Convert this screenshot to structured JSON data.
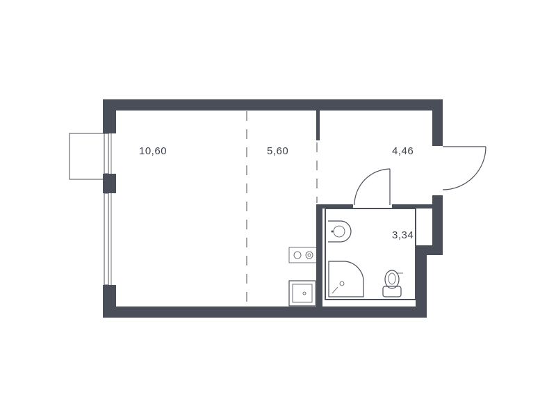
{
  "rooms": [
    {
      "id": "living-room",
      "area": "10,60"
    },
    {
      "id": "kitchen",
      "area": "5,60"
    },
    {
      "id": "hallway",
      "area": "4,46"
    },
    {
      "id": "bathroom",
      "area": "3,34"
    }
  ],
  "colors": {
    "wall": "#4a4e59",
    "background": "#ffffff",
    "label": "#3f434d"
  },
  "icons": [
    "sink-icon",
    "shower-icon",
    "toilet-icon",
    "stove-icon",
    "kitchen-sink-icon",
    "door-swing-icon",
    "balcony-icon"
  ]
}
